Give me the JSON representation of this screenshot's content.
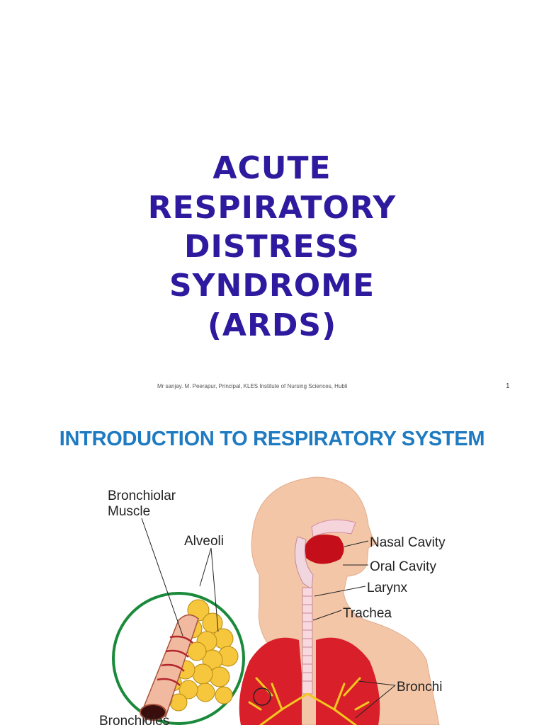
{
  "slide1": {
    "title_lines": [
      "ACUTE",
      "RESPIRATORY",
      "DISTRESS",
      "SYNDROME",
      "(ARDS)"
    ],
    "footer": "Mr sanjay. M. Peerapur, Principal, KLES Institute of Nursing Sciences,  Hubli",
    "page_number": "1",
    "colors": {
      "title": "#2e1a9e"
    }
  },
  "slide2": {
    "title": "INTRODUCTION TO RESPIRATORY SYSTEM",
    "colors": {
      "title": "#1f7bc1",
      "lungs": "#d9202a",
      "skin": "#f3c6a8"
    },
    "diagram_labels": {
      "bronchiolar_muscle": [
        "Bronchiolar",
        "Muscle"
      ],
      "alveoli": "Alveoli",
      "nasal_cavity": "Nasal Cavity",
      "oral_cavity": "Oral Cavity",
      "larynx": "Larynx",
      "trachea": "Trachea",
      "bronchi": "Bronchi",
      "bronchioles": "Bronchioles"
    }
  }
}
